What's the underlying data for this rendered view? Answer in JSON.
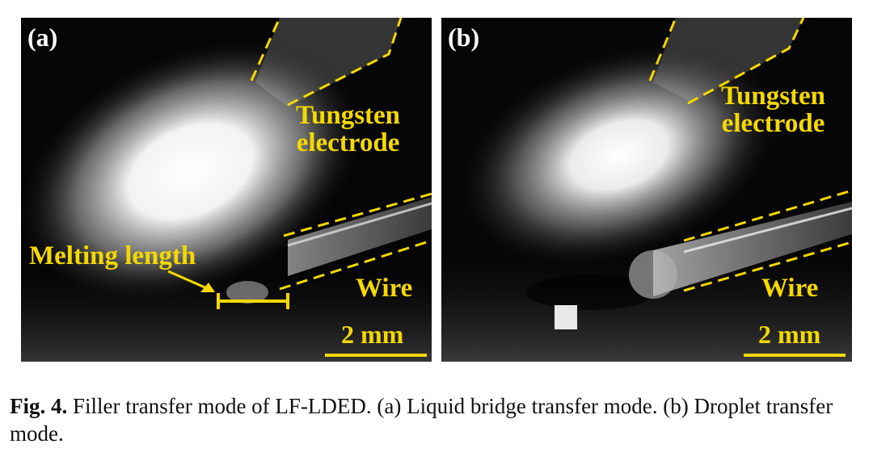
{
  "panels": [
    {
      "tag": "(a)",
      "electrode_label_line1": "Tungsten",
      "electrode_label_line2": "electrode",
      "melting_label": "Melting length",
      "wire_label": "Wire",
      "scale_label": "2 mm"
    },
    {
      "tag": "(b)",
      "electrode_label_line1": "Tungsten",
      "electrode_label_line2": "electrode",
      "wire_label": "Wire",
      "scale_label": "2 mm"
    }
  ],
  "caption": {
    "fig_label": "Fig. 4.",
    "text": "Filler transfer mode of LF-LDED. (a) Liquid bridge transfer mode. (b) Droplet transfer mode."
  },
  "colors": {
    "annotation_yellow": "#f5d800",
    "background": "#000000"
  }
}
